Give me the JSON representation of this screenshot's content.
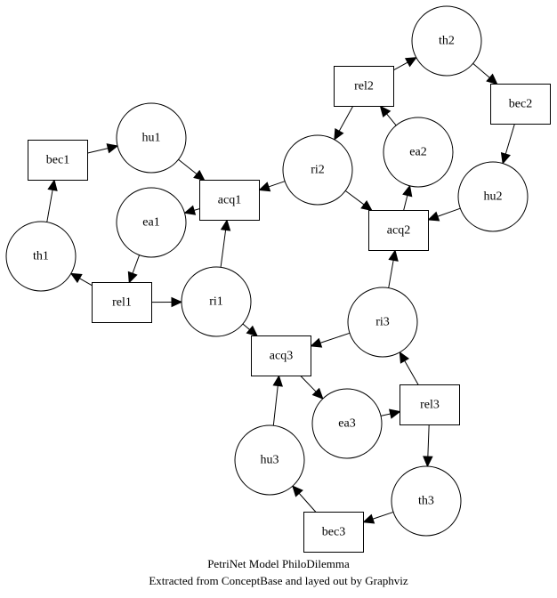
{
  "diagram": {
    "type": "petri-net",
    "caption": {
      "line1": "PetriNet Model PhiloDilemma",
      "line2": "Extracted from ConceptBase and layed out by Graphviz"
    },
    "places": [
      {
        "id": "th1",
        "label": "th1"
      },
      {
        "id": "hu1",
        "label": "hu1"
      },
      {
        "id": "ea1",
        "label": "ea1"
      },
      {
        "id": "ri1",
        "label": "ri1"
      },
      {
        "id": "th2",
        "label": "th2"
      },
      {
        "id": "hu2",
        "label": "hu2"
      },
      {
        "id": "ea2",
        "label": "ea2"
      },
      {
        "id": "ri2",
        "label": "ri2"
      },
      {
        "id": "th3",
        "label": "th3"
      },
      {
        "id": "hu3",
        "label": "hu3"
      },
      {
        "id": "ea3",
        "label": "ea3"
      },
      {
        "id": "ri3",
        "label": "ri3"
      }
    ],
    "transitions": [
      {
        "id": "bec1",
        "label": "bec1"
      },
      {
        "id": "acq1",
        "label": "acq1"
      },
      {
        "id": "rel1",
        "label": "rel1"
      },
      {
        "id": "bec2",
        "label": "bec2"
      },
      {
        "id": "acq2",
        "label": "acq2"
      },
      {
        "id": "rel2",
        "label": "rel2"
      },
      {
        "id": "bec3",
        "label": "bec3"
      },
      {
        "id": "acq3",
        "label": "acq3"
      },
      {
        "id": "rel3",
        "label": "rel3"
      }
    ],
    "edges": [
      {
        "from": "th1",
        "to": "bec1"
      },
      {
        "from": "bec1",
        "to": "hu1"
      },
      {
        "from": "hu1",
        "to": "acq1"
      },
      {
        "from": "ri2",
        "to": "acq1"
      },
      {
        "from": "ri1",
        "to": "acq1"
      },
      {
        "from": "acq1",
        "to": "ea1"
      },
      {
        "from": "ea1",
        "to": "rel1"
      },
      {
        "from": "rel1",
        "to": "th1"
      },
      {
        "from": "rel1",
        "to": "ri1"
      },
      {
        "from": "ri1",
        "to": "acq3"
      },
      {
        "from": "rel2",
        "to": "th2"
      },
      {
        "from": "th2",
        "to": "bec2"
      },
      {
        "from": "bec2",
        "to": "hu2"
      },
      {
        "from": "hu2",
        "to": "acq2"
      },
      {
        "from": "ri2",
        "to": "acq2"
      },
      {
        "from": "ri3",
        "to": "acq2"
      },
      {
        "from": "acq2",
        "to": "ea2"
      },
      {
        "from": "ea2",
        "to": "rel2"
      },
      {
        "from": "rel2",
        "to": "ri2"
      },
      {
        "from": "ri3",
        "to": "acq3"
      },
      {
        "from": "hu3",
        "to": "acq3"
      },
      {
        "from": "acq3",
        "to": "ea3"
      },
      {
        "from": "ea3",
        "to": "rel3"
      },
      {
        "from": "rel3",
        "to": "ri3"
      },
      {
        "from": "rel3",
        "to": "th3"
      },
      {
        "from": "th3",
        "to": "bec3"
      },
      {
        "from": "bec3",
        "to": "hu3"
      }
    ]
  }
}
